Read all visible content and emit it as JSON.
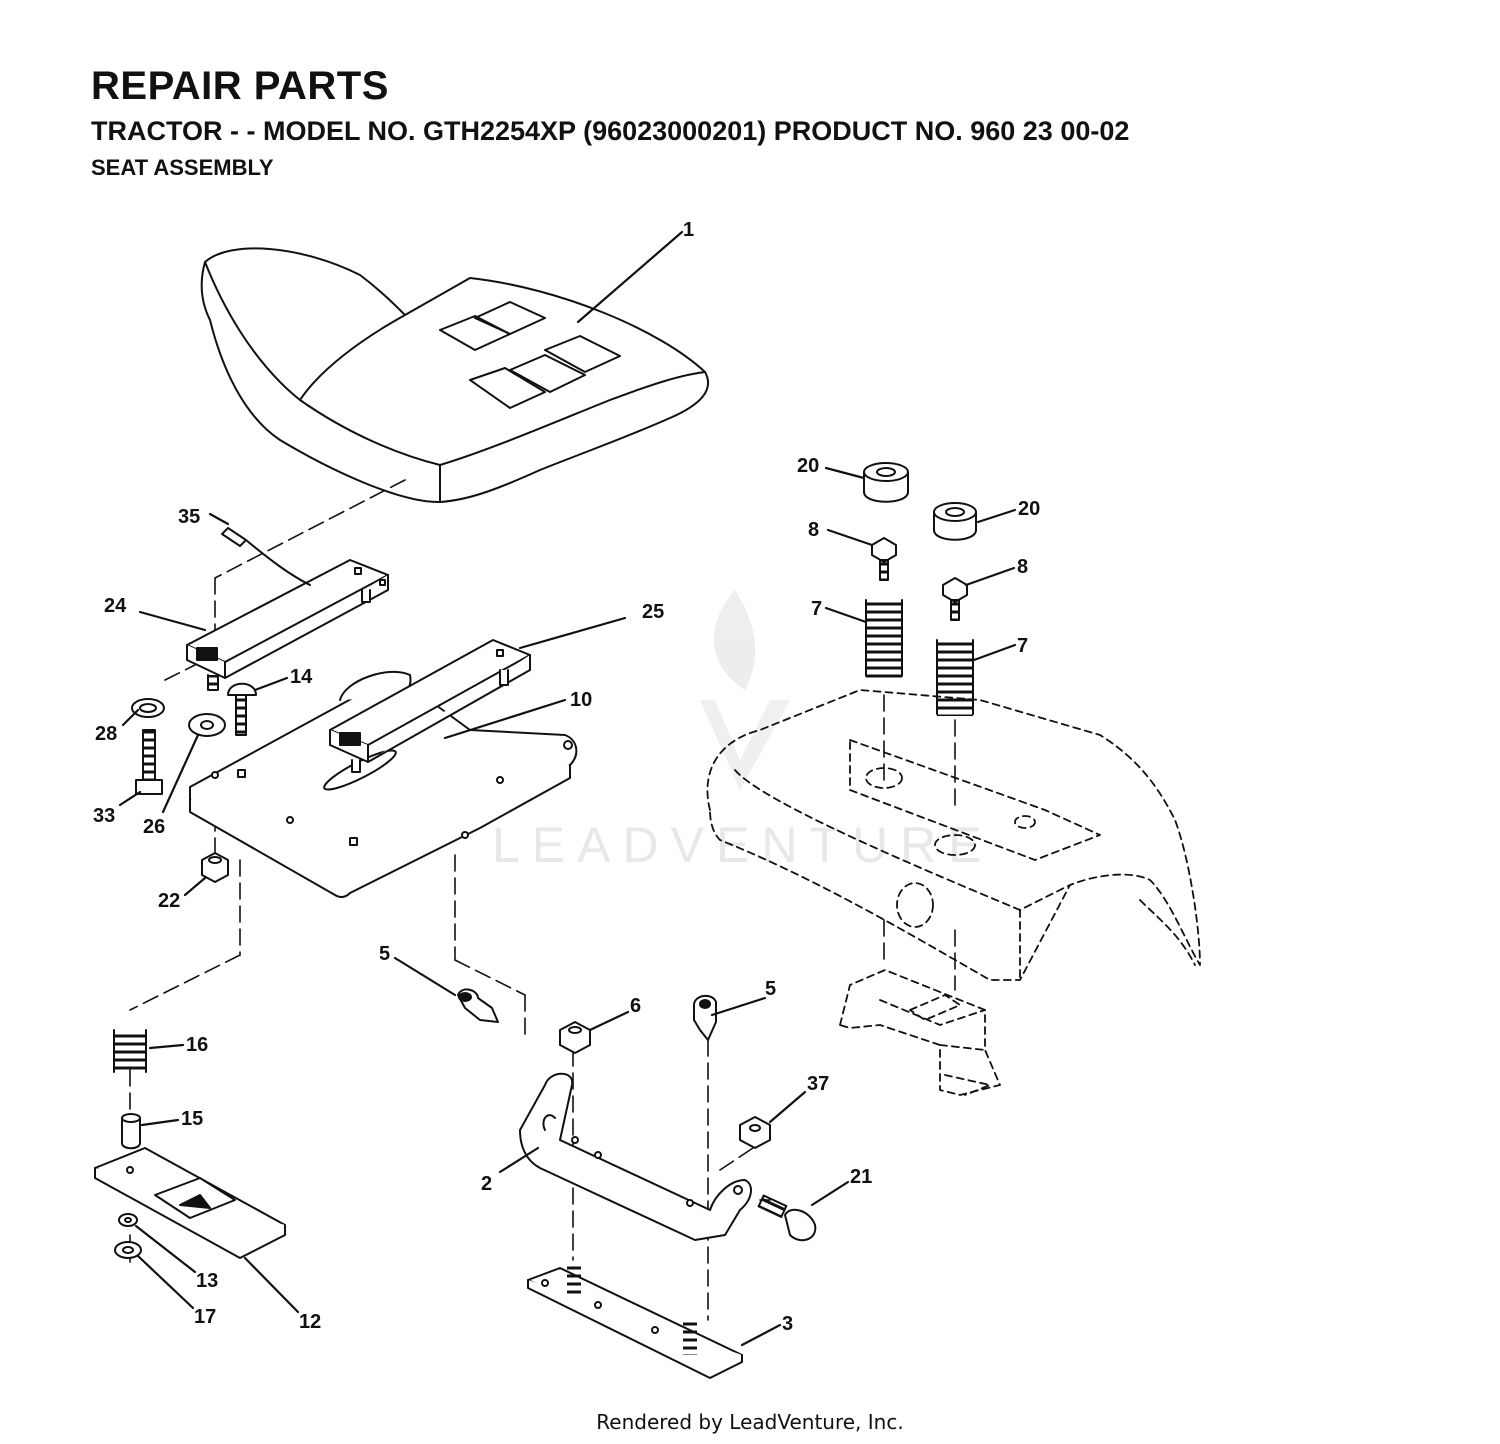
{
  "header": {
    "title": "REPAIR PARTS",
    "subtitle": "TRACTOR - - MODEL NO. GTH2254XP (96023000201) PRODUCT NO. 960 23 00-02",
    "section": "SEAT ASSEMBLY"
  },
  "watermark": "LEADVENTURE",
  "footer": "Rendered by LeadVenture, Inc.",
  "callouts": {
    "seat": "1",
    "seat_bracket": "2",
    "lower_plate": "3",
    "clip_left": "5",
    "clip_right": "5",
    "nut_6": "6",
    "spring_left": "7",
    "spring_right": "7",
    "bolt_left": "8",
    "bolt_right": "8",
    "seat_pan": "10",
    "slide_plate": "12",
    "washer_13": "13",
    "carriage_bolt": "14",
    "spacer": "15",
    "spring_16": "16",
    "nut_17": "17",
    "spacer_20_left": "20",
    "spacer_20_right": "20",
    "shoulder_bolt": "21",
    "nut_22": "22",
    "rail_left": "24",
    "rail_right": "25",
    "washer_26": "26",
    "washer_28": "28",
    "bolt_33": "33",
    "switch_35": "35",
    "nut_37": "37"
  }
}
